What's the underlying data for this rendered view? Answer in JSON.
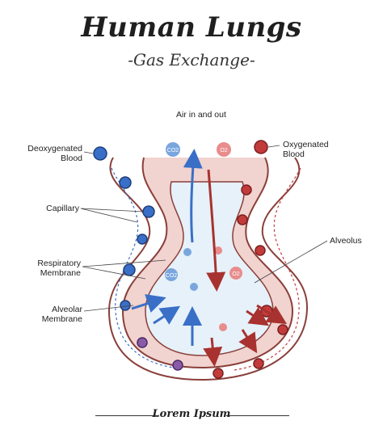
{
  "title": "Human Lungs",
  "subtitle": "-Gas Exchange-",
  "labels": {
    "air": "Air in and out",
    "deoxygenated": "Deoxygenated\nBlood",
    "oxygenated": "Oxygenated\nBlood",
    "capillary": "Capillary",
    "alveolus": "Alveolus",
    "respiratory_membrane": "Respiratory\nMembrane",
    "alveolar_membrane": "Alveolar\nMembrane"
  },
  "molecules": {
    "co2": "CO2",
    "o2": "O2"
  },
  "footer": "Lorem Ipsum",
  "colors": {
    "deoxygenated": "#3a6fc7",
    "oxygenated": "#c23b3b",
    "tissue": "#f1d3cf",
    "tissue_line": "#8a3f3a",
    "alveolus_fill": "#e6f1f9"
  }
}
